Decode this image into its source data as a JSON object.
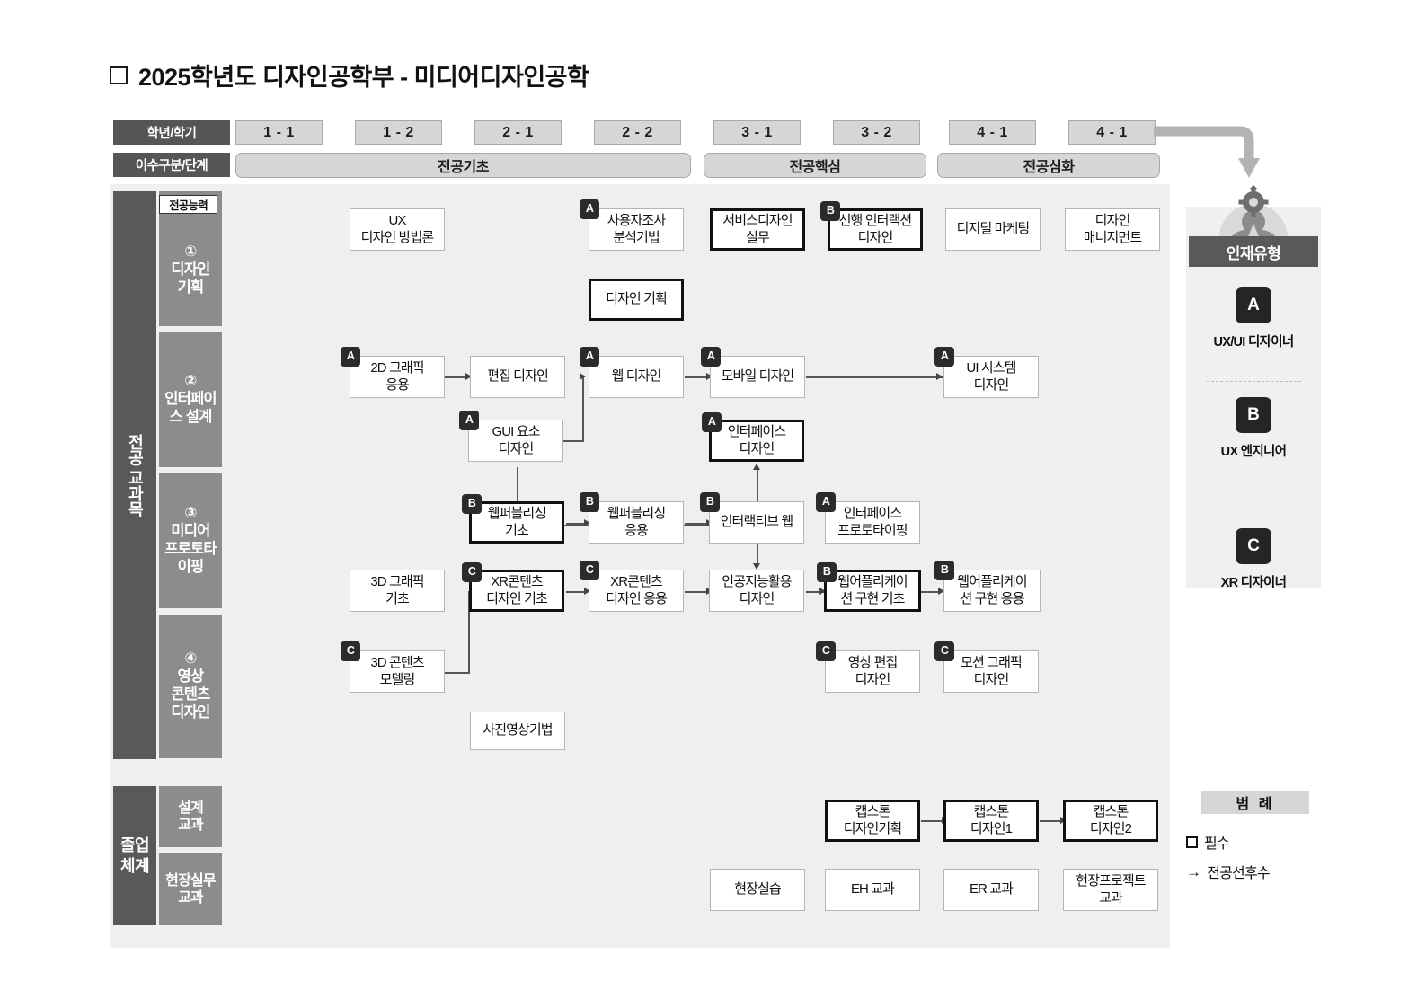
{
  "title": {
    "marker": "square-marker",
    "text": "2025학년도 디자인공학부 - 미디어디자인공학"
  },
  "header": {
    "row1_label": "학년/학기",
    "row2_label": "이수구분/단계",
    "semesters": [
      "1 - 1",
      "1 - 2",
      "2 - 1",
      "2 - 2",
      "3 - 1",
      "3 - 2",
      "4 - 1",
      "4 - 1"
    ],
    "stages": [
      "전공기초",
      "전공핵심",
      "전공심화"
    ]
  },
  "sidebar": {
    "major_label": "전공 교과목",
    "grad_label": "졸업\n체계",
    "capability_badge": "전공능력",
    "categories": [
      {
        "num": "①",
        "name": "디자인\n기획"
      },
      {
        "num": "②",
        "name": "인터페이\n스 설계"
      },
      {
        "num": "③",
        "name": "미디어\n프로토타\n이핑"
      },
      {
        "num": "④",
        "name": "영상\n콘텐츠\n디자인"
      }
    ],
    "grad_categories": [
      "설계\n교과",
      "현장실무\n교과"
    ]
  },
  "courses": [
    {
      "id": "c1",
      "name": "UX\n디자인 방법론",
      "badge": "",
      "required": false
    },
    {
      "id": "c2",
      "name": "사용자조사\n분석기법",
      "badge": "A",
      "required": false
    },
    {
      "id": "c3",
      "name": "서비스디자인\n실무",
      "badge": "",
      "required": true
    },
    {
      "id": "c4",
      "name": "선행 인터랙션\n디자인",
      "badge": "B",
      "required": true
    },
    {
      "id": "c5",
      "name": "디지털 마케팅",
      "badge": "",
      "required": false
    },
    {
      "id": "c6",
      "name": "디자인\n매니지먼트",
      "badge": "",
      "required": false
    },
    {
      "id": "c7",
      "name": "디자인 기획",
      "badge": "",
      "required": true
    },
    {
      "id": "c8",
      "name": "2D 그래픽\n응용",
      "badge": "A",
      "required": false
    },
    {
      "id": "c9",
      "name": "편집 디자인",
      "badge": "",
      "required": false
    },
    {
      "id": "c10",
      "name": "웹 디자인",
      "badge": "A",
      "required": false
    },
    {
      "id": "c11",
      "name": "모바일 디자인",
      "badge": "A",
      "required": false
    },
    {
      "id": "c12",
      "name": "UI 시스템\n디자인",
      "badge": "A",
      "required": false
    },
    {
      "id": "c13",
      "name": "GUI 요소\n디자인",
      "badge": "A",
      "required": false
    },
    {
      "id": "c14",
      "name": "인터페이스\n디자인",
      "badge": "A",
      "required": true
    },
    {
      "id": "c15",
      "name": "웹퍼블리싱\n기초",
      "badge": "B",
      "required": true
    },
    {
      "id": "c16",
      "name": "웹퍼블리싱\n응용",
      "badge": "B",
      "required": false
    },
    {
      "id": "c17",
      "name": "인터랙티브 웹",
      "badge": "B",
      "required": false
    },
    {
      "id": "c18",
      "name": "인터페이스\n프로토타이핑",
      "badge": "A",
      "required": false
    },
    {
      "id": "c19",
      "name": "3D 그래픽\n기초",
      "badge": "",
      "required": false
    },
    {
      "id": "c20",
      "name": "XR콘텐츠\n디자인 기초",
      "badge": "C",
      "required": true
    },
    {
      "id": "c21",
      "name": "XR콘텐츠\n디자인 응용",
      "badge": "C",
      "required": false
    },
    {
      "id": "c22",
      "name": "인공지능활용\n디자인",
      "badge": "",
      "required": false
    },
    {
      "id": "c23",
      "name": "웹어플리케이\n션 구현 기초",
      "badge": "B",
      "required": true
    },
    {
      "id": "c24",
      "name": "웹어플리케이\n션 구현 응용",
      "badge": "B",
      "required": false
    },
    {
      "id": "c25",
      "name": "3D 콘텐츠\n모델링",
      "badge": "C",
      "required": false
    },
    {
      "id": "c26",
      "name": "영상 편집\n디자인",
      "badge": "C",
      "required": false
    },
    {
      "id": "c27",
      "name": "모션 그래픽\n디자인",
      "badge": "C",
      "required": false
    },
    {
      "id": "c28",
      "name": "사진영상기법",
      "badge": "",
      "required": false
    },
    {
      "id": "c29",
      "name": "캡스톤\n디자인기획",
      "badge": "",
      "required": true
    },
    {
      "id": "c30",
      "name": "캡스톤\n디자인1",
      "badge": "",
      "required": true
    },
    {
      "id": "c31",
      "name": "캡스톤\n디자인2",
      "badge": "",
      "required": true
    },
    {
      "id": "c32",
      "name": "현장실습",
      "badge": "",
      "required": false
    },
    {
      "id": "c33",
      "name": "EH 교과",
      "badge": "",
      "required": false
    },
    {
      "id": "c34",
      "name": "ER 교과",
      "badge": "",
      "required": false
    },
    {
      "id": "c35",
      "name": "현장프로젝트\n교과",
      "badge": "",
      "required": false
    }
  ],
  "talent": {
    "icon": "person-gear-icon",
    "header": "인재유형",
    "items": [
      {
        "code": "A",
        "label": "UX/UI 디자이너"
      },
      {
        "code": "B",
        "label": "UX 엔지니어"
      },
      {
        "code": "C",
        "label": "XR 디자이너"
      }
    ]
  },
  "legend": {
    "header": "범 례",
    "required_label": "필수",
    "prereq_label": "전공선후수",
    "arrow_glyph": "→"
  },
  "colors": {
    "dark": "#595959",
    "category": "#8c8c8c",
    "cell": "#d6d6d6",
    "canvas": "#f0f0f0",
    "badge": "#2b2b2b"
  }
}
